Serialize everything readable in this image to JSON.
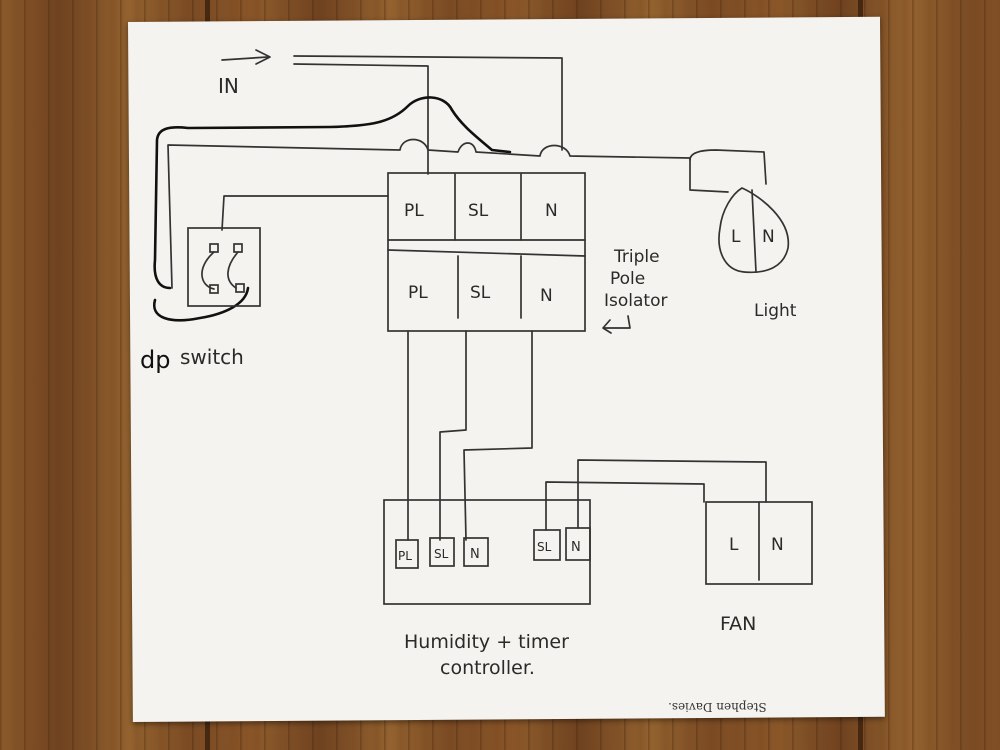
{
  "labels": {
    "in": "IN",
    "dp": "dp",
    "switch": "switch",
    "triple": "Triple",
    "pole": "Pole",
    "isolator": "Isolator",
    "light": "Light",
    "fan": "FAN",
    "controller_line1": "Humidity + timer",
    "controller_line2": "controller.",
    "signature": "Stephen Davies."
  },
  "isolator_top": [
    "PL",
    "SL",
    "N"
  ],
  "isolator_bottom": [
    "PL",
    "SL",
    "N"
  ],
  "light_terminals": [
    "L",
    "N"
  ],
  "controller_terminals": [
    "PL",
    "SL",
    "N",
    "SL",
    "N"
  ],
  "fan_terminals": [
    "L",
    "N"
  ]
}
